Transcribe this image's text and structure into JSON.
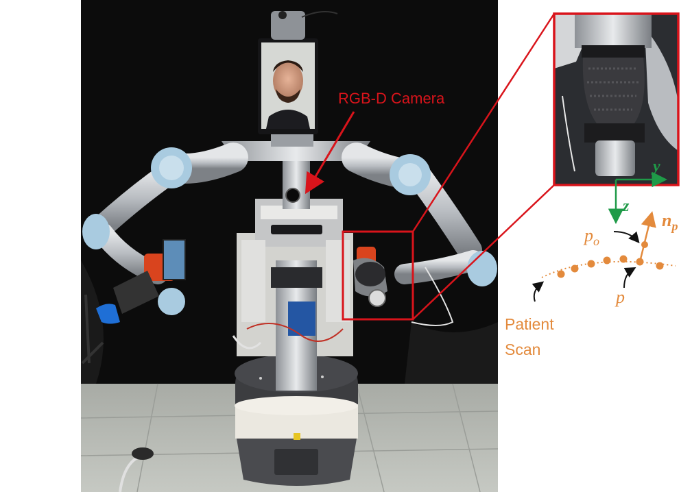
{
  "figure": {
    "camera_label": "RGB-D Camera",
    "patient_scan_line1": "Patient",
    "patient_scan_line2": "Scan",
    "axis_y": "y",
    "axis_z": "z",
    "normal_label": "n",
    "normal_subscript": "p",
    "point_p_label": "p",
    "point_po_label": "p",
    "point_po_subscript": "o"
  },
  "colors": {
    "highlight_red": "#d9141b",
    "axis_green": "#1f9a48",
    "scan_orange": "#e38a3c",
    "annotation_black": "#111111",
    "backdrop": "#0c0c0c",
    "floor": "#b9bcb6",
    "robot_silver": "#b8bcc1",
    "joint_blue": "#a9cbe0"
  }
}
